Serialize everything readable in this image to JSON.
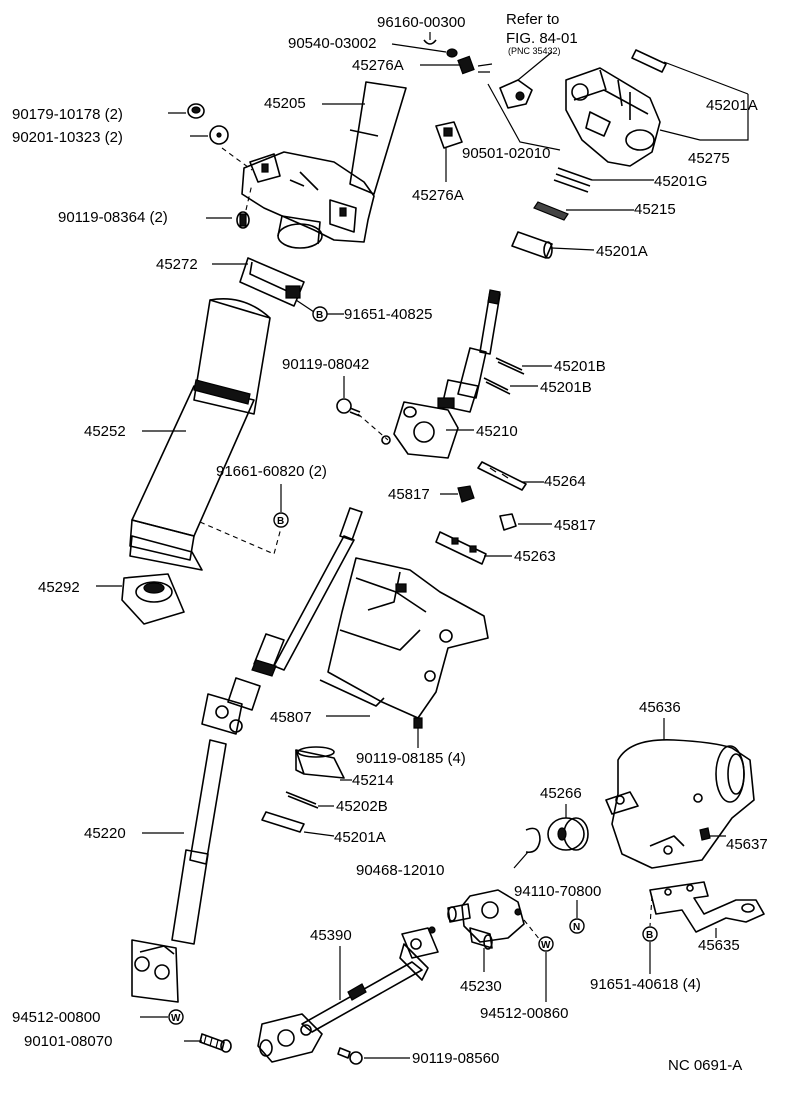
{
  "ref": {
    "line1": "Refer to",
    "line2": "FIG. 84-01",
    "line3": "(PNC 35432)"
  },
  "figure_code": "NC 0691-A",
  "labels": {
    "p96160": "96160-00300",
    "p90540": "90540-03002",
    "p45276a_top": "45276A",
    "p45201a_top": "45201A",
    "p90179": "90179-10178 (2)",
    "p45205": "45205",
    "p90201": "90201-10323 (2)",
    "p90501": "90501-02010",
    "p45275": "45275",
    "p45201g": "45201G",
    "p45276a_mid": "45276A",
    "p45215": "45215",
    "p90119_08364": "90119-08364 (2)",
    "p45201a_mid": "45201A",
    "p45272": "45272",
    "p91651_40825": "91651-40825",
    "p90119_08042": "90119-08042",
    "p45201b_1": "45201B",
    "p45201b_2": "45201B",
    "p45252": "45252",
    "p45210": "45210",
    "p91661": "91661-60820 (2)",
    "p45264": "45264",
    "p45817_1": "45817",
    "p45817_2": "45817",
    "p45263": "45263",
    "p45292": "45292",
    "p45807": "45807",
    "p90119_08185": "90119-08185 (4)",
    "p45636": "45636",
    "p45214": "45214",
    "p45266": "45266",
    "p45202b": "45202B",
    "p45220": "45220",
    "p45201a_low": "45201A",
    "p45637": "45637",
    "p90468": "90468-12010",
    "p94110": "94110-70800",
    "p45390": "45390",
    "p45635": "45635",
    "p45230": "45230",
    "p91651_40618": "91651-40618 (4)",
    "p94512_00800": "94512-00800",
    "p94512_00860": "94512-00860",
    "p90101": "90101-08070",
    "p90119_08560": "90119-08560"
  },
  "markers": {
    "b": "B",
    "w": "W",
    "n": "N"
  }
}
